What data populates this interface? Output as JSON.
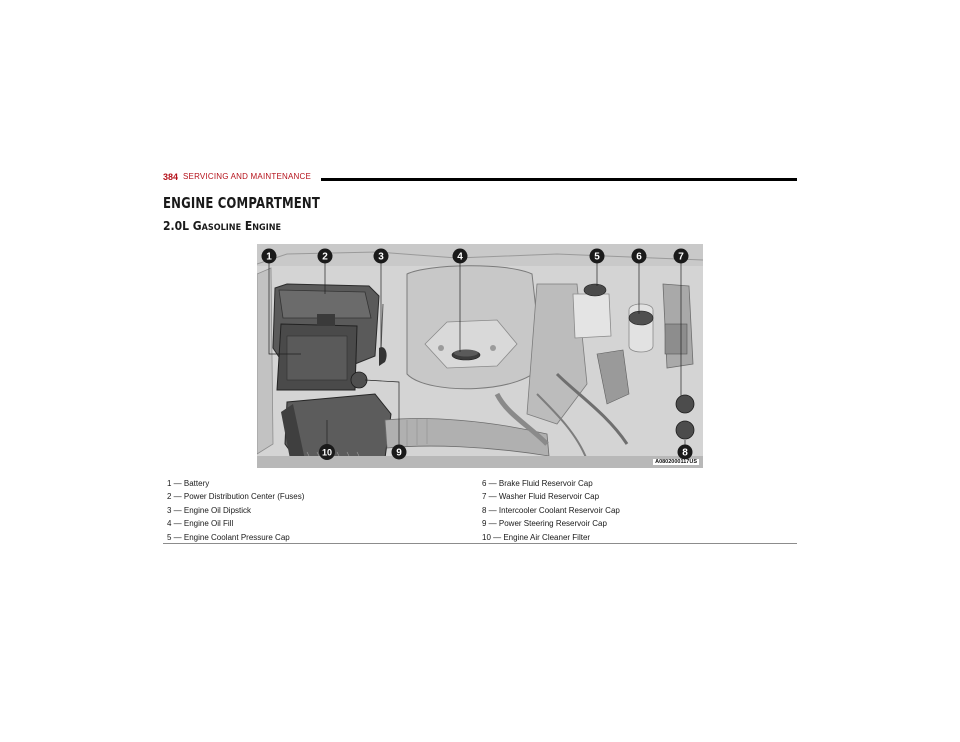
{
  "header": {
    "page_number": "384",
    "section": "SERVICING AND MAINTENANCE"
  },
  "title": "ENGINE COMPARTMENT",
  "subtitle": {
    "lead": "2.0L G",
    "rest_small": "ASOLINE",
    "space": " ",
    "lead2": "E",
    "rest_small2": "NGINE"
  },
  "figure": {
    "code": "A0802000117US",
    "callouts": [
      "1",
      "2",
      "3",
      "4",
      "5",
      "6",
      "7",
      "8",
      "9",
      "10"
    ]
  },
  "legend": {
    "left": [
      "1 — Battery",
      "2 — Power Distribution Center (Fuses)",
      "3 — Engine Oil Dipstick",
      "4 — Engine Oil Fill",
      "5 — Engine Coolant Pressure Cap"
    ],
    "right": [
      "6 — Brake Fluid Reservoir Cap",
      "7 — Washer Fluid Reservoir Cap",
      "8 — Intercooler Coolant Reservoir Cap",
      "9 — Power Steering Reservoir Cap",
      "10 — Engine Air Cleaner Filter"
    ]
  },
  "colors": {
    "accent": "#b5121b",
    "figure_bg": "#d6d6d6"
  }
}
